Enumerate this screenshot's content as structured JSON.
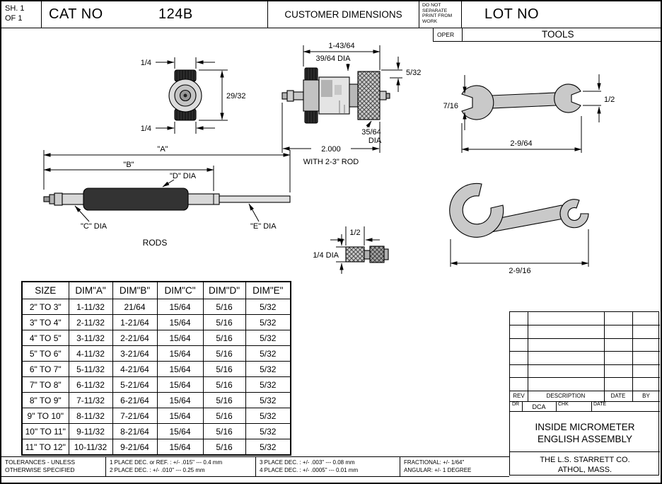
{
  "header": {
    "sheet": {
      "line1": "SH. 1",
      "line2": "OF 1"
    },
    "cat_no_label": "CAT NO",
    "cat_no_value": "124B",
    "customer_dimensions": "CUSTOMER DIMENSIONS",
    "stamp": {
      "line1": "DO NOT",
      "line2": "SEPARATE",
      "line3": "PRINT FROM",
      "line4": "WORK"
    },
    "lot_no_label": "LOT NO",
    "oper_label": "OPER",
    "tools_label": "TOOLS"
  },
  "drawings": {
    "head_end_view": {
      "dim_top": "1/4",
      "dim_height": "29/32",
      "dim_bottom": "1/4"
    },
    "head_side_view": {
      "dim_width": "1-43/64",
      "dim_dia_thimble": "39/64  DIA",
      "dim_step": "5/32",
      "dim_dia_body_l1": "35/64",
      "dim_dia_body_l2": "DIA",
      "dim_length": "2.000",
      "note": "WITH 2-3\" ROD"
    },
    "wrench_open_end": {
      "dim_jaw_left": "7/16",
      "dim_jaw_right": "1/2",
      "dim_length": "2-9/64"
    },
    "rod_assembly": {
      "dim_a": "\"A\"",
      "dim_b": "\"B\"",
      "dim_d": "\"D\" DIA",
      "dim_c": "\"C\" DIA",
      "dim_e": "\"E\" DIA",
      "caption": "RODS"
    },
    "thimble_part": {
      "dim_width": "1/2",
      "dim_dia": "1/4  DIA"
    },
    "wrench_spanner": {
      "dim_length": "2-9/16"
    }
  },
  "size_table": {
    "headers": [
      "SIZE",
      "DIM\"A\"",
      "DIM\"B\"",
      "DIM\"C\"",
      "DIM\"D\"",
      "DIM\"E\""
    ],
    "rows": [
      [
        "2\" TO 3\"",
        "1-11/32",
        "21/64",
        "15/64",
        "5/16",
        "5/32"
      ],
      [
        "3\" TO 4\"",
        "2-11/32",
        "1-21/64",
        "15/64",
        "5/16",
        "5/32"
      ],
      [
        "4\" TO 5\"",
        "3-11/32",
        "2-21/64",
        "15/64",
        "5/16",
        "5/32"
      ],
      [
        "5\" TO 6\"",
        "4-11/32",
        "3-21/64",
        "15/64",
        "5/16",
        "5/32"
      ],
      [
        "6\" TO 7\"",
        "5-11/32",
        "4-21/64",
        "15/64",
        "5/16",
        "5/32"
      ],
      [
        "7\" TO 8\"",
        "6-11/32",
        "5-21/64",
        "15/64",
        "5/16",
        "5/32"
      ],
      [
        "8\" TO 9\"",
        "7-11/32",
        "6-21/64",
        "15/64",
        "5/16",
        "5/32"
      ],
      [
        "9\" TO 10\"",
        "8-11/32",
        "7-21/64",
        "15/64",
        "5/16",
        "5/32"
      ],
      [
        "10\" TO 11\"",
        "9-11/32",
        "8-21/64",
        "15/64",
        "5/16",
        "5/32"
      ],
      [
        "11\" TO 12\"",
        "10-11/32",
        "9-21/64",
        "15/64",
        "5/16",
        "5/32"
      ]
    ]
  },
  "title_block": {
    "rev_header": {
      "rev": "REV",
      "description": "DESCRIPTION",
      "date": "DATE",
      "by": "BY"
    },
    "approval": {
      "dr_label": "DR",
      "dr_value": "DCA",
      "chk_label": "CHK",
      "date_label": "DATE"
    },
    "title_line1": "INSIDE MICROMETER",
    "title_line2": "ENGLISH ASSEMBLY",
    "company_line1": "THE L.S. STARRETT CO.",
    "company_line2": "ATHOL, MASS."
  },
  "tolerances": {
    "label_line1": "TOLERANCES - UNLESS",
    "label_line2": "OTHERWISE SPECIFIED",
    "dec1": "1 PLACE DEC. or REF. : +/- .015\" --- 0.4 mm",
    "dec2": "2 PLACE DEC. : +/- .010\" --- 0.25 mm",
    "dec3": "3 PLACE DEC. : +/- .003\" --- 0.08 mm",
    "dec4": "4 PLACE DEC. : +/- .0005\" --- 0.01 mm",
    "fractional": "FRACTIONAL: +/- 1/64\"",
    "angular": "ANGULAR: +/- 1 DEGREE"
  }
}
